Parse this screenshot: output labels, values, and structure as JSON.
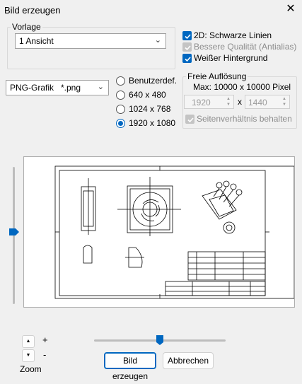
{
  "window": {
    "title": "Bild erzeugen",
    "close_glyph": "✕"
  },
  "template": {
    "legend": "Vorlage",
    "selected": "1 Ansicht"
  },
  "options": [
    {
      "label": "2D: Schwarze Linien",
      "checked": true,
      "enabled": true
    },
    {
      "label": "Bessere Qualität (Antialias)",
      "checked": true,
      "enabled": false
    },
    {
      "label": "Weißer Hintergrund",
      "checked": true,
      "enabled": true
    }
  ],
  "format": {
    "selected": "PNG-Grafik   *.png"
  },
  "resolution_presets": [
    {
      "label": "Benutzerdef.",
      "selected": false
    },
    {
      "label": "640 x 480",
      "selected": false
    },
    {
      "label": "1024 x 768",
      "selected": false
    },
    {
      "label": "1920 x 1080",
      "selected": true
    }
  ],
  "free_resolution": {
    "legend": "Freie Auflösung",
    "max_text": "Max: 10000 x 10000 Pixel",
    "width": "1920",
    "separator": "x",
    "height": "1440",
    "keep_ratio_label": "Seitenverhältnis behalten",
    "keep_ratio_checked": true
  },
  "zoom": {
    "plus": "+",
    "minus": "-",
    "label": "Zoom",
    "up_icon": "▲",
    "down_icon": "▼"
  },
  "buttons": {
    "create": "Bild erzeugen",
    "cancel": "Abbrechen"
  },
  "colors": {
    "accent": "#0067c0",
    "disabled": "#8c8c8c",
    "background": "#f0f0f0"
  }
}
